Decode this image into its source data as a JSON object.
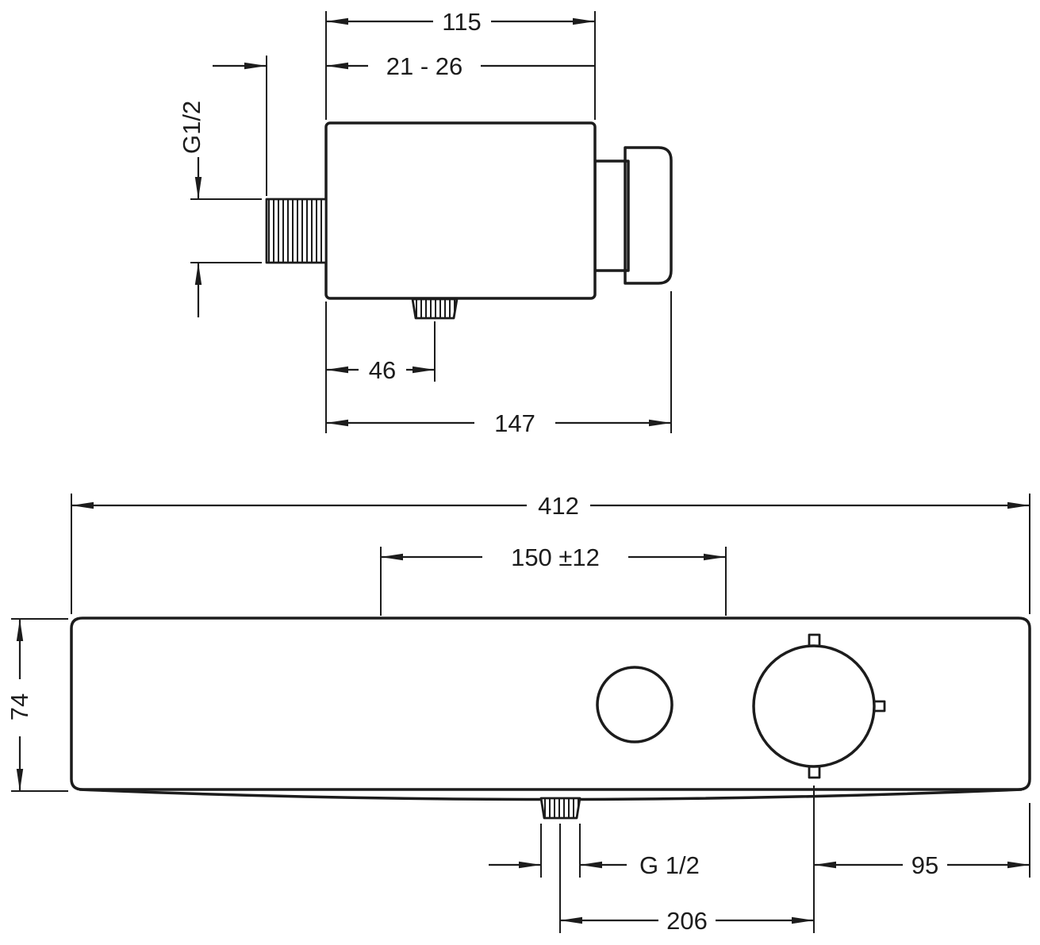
{
  "colors": {
    "line": "#1c1c1c",
    "background": "#ffffff"
  },
  "side_view": {
    "dim_width": "115",
    "dim_projection": "21 - 26",
    "dim_thread": "G1/2",
    "dim_outlet_offset": "46",
    "dim_depth": "147"
  },
  "front_view": {
    "dim_total_width": "412",
    "dim_connection_spacing": "150 ±12",
    "dim_height": "74",
    "dim_outlet_thread": "G 1/2",
    "dim_knob_to_edge": "95",
    "dim_outlet_to_knob": "206"
  }
}
